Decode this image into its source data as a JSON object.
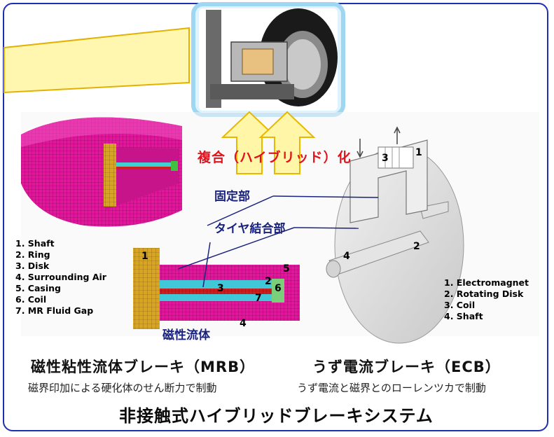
{
  "mrb_model": {
    "legend": [
      "1. Shaft",
      "2. Ring",
      "3. Disk",
      "4. Surrounding Air",
      "5. Casing",
      "6. Coil",
      "7. MR Fluid Gap"
    ],
    "numbers": {
      "n1": "1",
      "n2": "2",
      "n3": "3",
      "n4": "4",
      "n5": "5",
      "n6": "6",
      "n7": "7"
    },
    "fluid_label": "磁性流体",
    "title": "磁性粘性流体ブレーキ（MRB）",
    "subtitle": "磁界印加による硬化体のせん断力で制動"
  },
  "callouts": {
    "fixed_part": "固定部",
    "tire_coupling": "タイヤ結合部"
  },
  "hybrid_label": "複合（ハイブリッド）化",
  "ecb_model": {
    "legend": [
      "1. Electromagnet",
      "2. Rotating Disk",
      "3. Coil",
      "4. Shaft"
    ],
    "numbers": {
      "n1": "1",
      "n2": "2",
      "n3": "3",
      "n4": "4"
    },
    "title": "うず電流ブレーキ（ECB）",
    "subtitle": "うず電流と磁界とのローレンツカで制動"
  },
  "main_title": "非接触式ハイブリッドブレーキシステム",
  "colors": {
    "frame": "#1f2fb0",
    "casing": "#e0179a",
    "shaft": "#d4a020",
    "callout": "#1a2280",
    "hybrid": "#e0141c",
    "arrow_fill": "#fff6a8",
    "arrow_stroke": "#e8b800"
  }
}
